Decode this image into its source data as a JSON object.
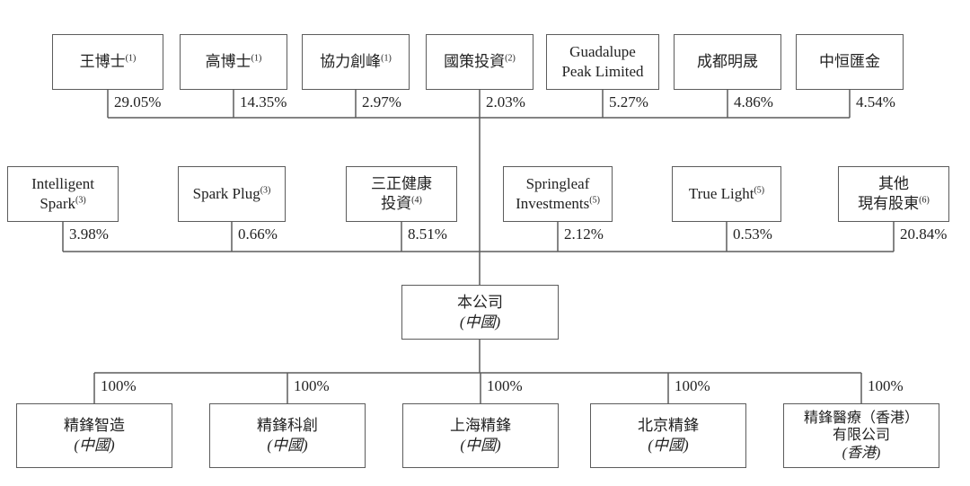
{
  "diagram": {
    "title_hint": "Shareholding structure chart",
    "colors": {
      "line": "#5c5c5c",
      "text": "#222222",
      "background": "#ffffff"
    },
    "row1": [
      {
        "label": "王博士",
        "footnote": "(1)",
        "percent": "29.05%"
      },
      {
        "label": "高博士",
        "footnote": "(1)",
        "percent": "14.35%"
      },
      {
        "label": "協力創峰",
        "footnote": "(1)",
        "percent": "2.97%"
      },
      {
        "label": "國策投資",
        "footnote": "(2)",
        "percent": "2.03%"
      },
      {
        "label": "Guadalupe\nPeak Limited",
        "footnote": "",
        "percent": "5.27%"
      },
      {
        "label": "成都明晟",
        "footnote": "",
        "percent": "4.86%"
      },
      {
        "label": "中恒匯金",
        "footnote": "",
        "percent": "4.54%"
      }
    ],
    "row2": [
      {
        "label": "Intelligent\nSpark",
        "footnote": "(3)",
        "percent": "3.98%"
      },
      {
        "label": "Spark Plug",
        "footnote": "(3)",
        "percent": "0.66%"
      },
      {
        "label": "三正健康\n投資",
        "footnote": "(4)",
        "percent": "8.51%"
      },
      {
        "label": "Springleaf\nInvestments",
        "footnote": "(5)",
        "percent": "2.12%"
      },
      {
        "label": "True Light",
        "footnote": "(5)",
        "percent": "0.53%"
      },
      {
        "label": "其他\n現有股東",
        "footnote": "(6)",
        "percent": "20.84%"
      }
    ],
    "company": {
      "label": "本公司",
      "region": "(中國)"
    },
    "subsidiaries": [
      {
        "label": "精鋒智造",
        "region": "(中國)",
        "percent": "100%"
      },
      {
        "label": "精鋒科創",
        "region": "(中國)",
        "percent": "100%"
      },
      {
        "label": "上海精鋒",
        "region": "(中國)",
        "percent": "100%"
      },
      {
        "label": "北京精鋒",
        "region": "(中國)",
        "percent": "100%"
      },
      {
        "label": "精鋒醫療（香港）\n有限公司",
        "region": "(香港)",
        "percent": "100%"
      }
    ]
  }
}
